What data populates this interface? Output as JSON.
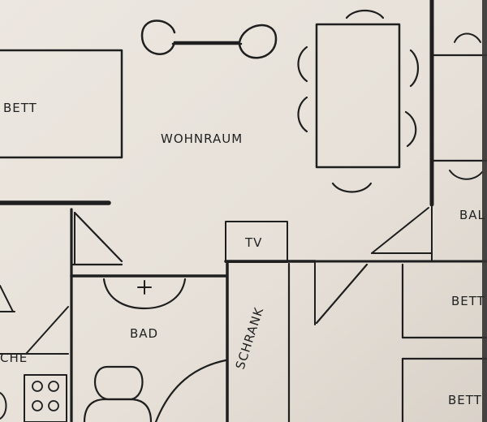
{
  "labels": {
    "bett_left": "BETT",
    "wohnraum": "WOHNRAUM",
    "bal": "BAL",
    "tv": "TV",
    "bett_right_mid": "BETT",
    "bad": "BAD",
    "schrank": "SCHRANK",
    "che": "CHE",
    "bett_right_bottom": "BETT"
  },
  "colors": {
    "paper": "#e9e3dc",
    "ink": "#1f1f1f",
    "shadow": "#b9b2aa"
  }
}
